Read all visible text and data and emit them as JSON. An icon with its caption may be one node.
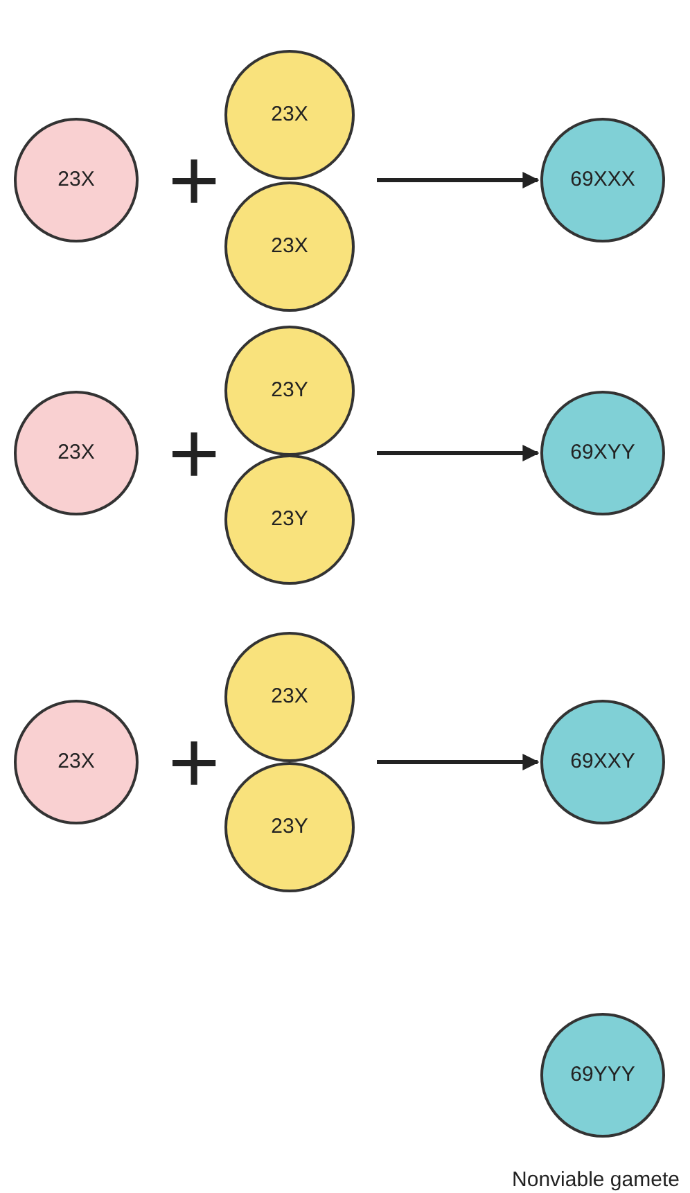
{
  "diagram": {
    "nodes": [
      {
        "text": [
          "23X"
        ]
      },
      {
        "text": [
          "23X"
        ]
      },
      {
        "text": [
          "23X"
        ]
      },
      {
        "text": [
          "69XXX"
        ]
      },
      {
        "text": [
          "23X"
        ]
      },
      {
        "text": [
          "23Y"
        ]
      },
      {
        "text": [
          "23Y"
        ]
      },
      {
        "text": [
          "69XYY"
        ]
      },
      {
        "text": [
          "23X"
        ]
      },
      {
        "text": [
          "23X"
        ]
      },
      {
        "text": [
          "23Y"
        ]
      },
      {
        "text": [
          "69XXY"
        ]
      },
      {
        "text": [
          "69YYY"
        ],
        "beside": [
          "Nonviable gamete"
        ]
      }
    ],
    "edges": [
      {
        "from": null,
        "to": 3,
        "arrow": "to"
      },
      {
        "from": null,
        "to": 7,
        "arrow": "to"
      },
      {
        "from": null,
        "to": 11,
        "arrow": "to"
      }
    ],
    "labels": [
      "+",
      "+",
      "+"
    ]
  }
}
